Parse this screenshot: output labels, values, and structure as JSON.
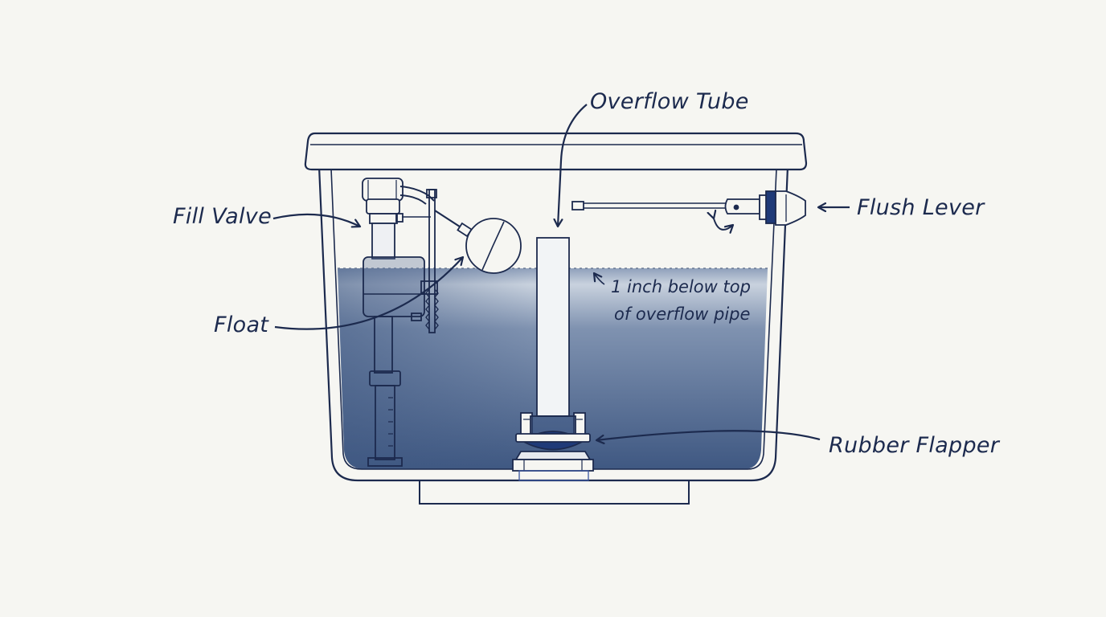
{
  "labels": {
    "overflow_tube": "Overflow Tube",
    "fill_valve": "Fill Valve",
    "float": "Float",
    "flush_lever": "Flush Lever",
    "rubber_flapper": "Rubber Flapper",
    "water_level_note_line1": "1 inch below top",
    "water_level_note_line2": "of overflow pipe"
  },
  "colors": {
    "background": "#f6f6f2",
    "ink": "#1c2a4e",
    "water_top": "#d6dde7",
    "water_bottom": "#415a84",
    "flapper": "#1f3a78"
  }
}
